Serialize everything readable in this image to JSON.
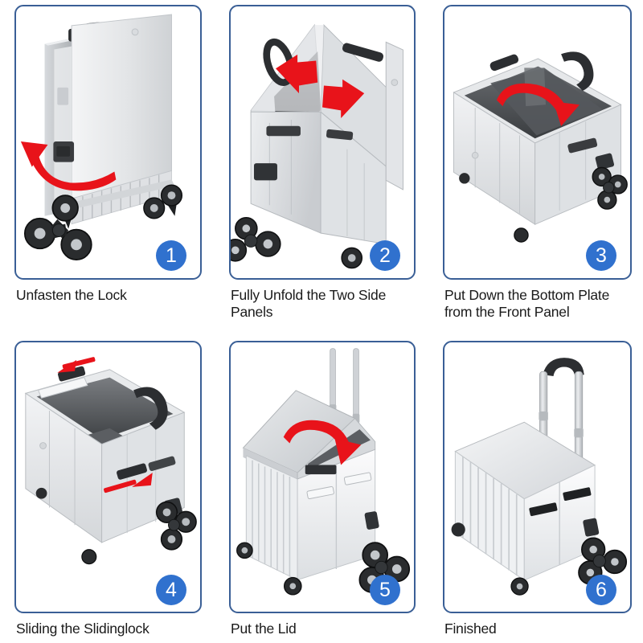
{
  "page": {
    "title": "Folding Rolling Cart Assembly Instructions",
    "layout": "2 rows x 3 columns of bordered illustration panels with numbered badges and captions",
    "background_color": "#ffffff",
    "panel_border_color": "#3a5f96",
    "badge_color": "#3071ce",
    "badge_text_color": "#ffffff",
    "arrow_color": "#e8131a",
    "caption_color": "#1a1a1a",
    "product_color": "#e9eaec",
    "hardware_color": "#2b2b2b"
  },
  "steps": [
    {
      "number": "1",
      "caption": "Unfasten the Lock",
      "illustration": "folded flat cart standing upright on tri-star wheels, black telescoping handle on top, black lock strap on the side",
      "arrow": "single curved red arrow pointing up-left at the side lock strap"
    },
    {
      "number": "2",
      "caption": "Fully Unfold the Two Side Panels",
      "illustration": "cart partially unfolded showing two hinged side panels opening outward, dark interior visible",
      "arrow": "two red block arrows pointing outward left and right"
    },
    {
      "number": "3",
      "caption": "Put Down the Bottom Plate from the Front Panel",
      "illustration": "open box with walls erected and bottom plate swinging down into place",
      "arrow": "curved red arrow sweeping down into the box interior"
    },
    {
      "number": "4",
      "caption": "Sliding the Slidinglock",
      "illustration": "open box viewed from above showing two black sliding lock tabs on the rim and front panel",
      "arrow": "two straight red arrows indicating the sliding direction of the locks"
    },
    {
      "number": "5",
      "caption": "Put the Lid",
      "illustration": "assembled cart with extended telescoping handle and lid being lowered onto the open top",
      "arrow": "curved red arrow pointing down onto the box opening"
    },
    {
      "number": "6",
      "caption": "Finished",
      "illustration": "completed white rolling cart with lid closed, black handle fully extended, tri-star stair-climbing wheels",
      "arrow": "none"
    }
  ]
}
